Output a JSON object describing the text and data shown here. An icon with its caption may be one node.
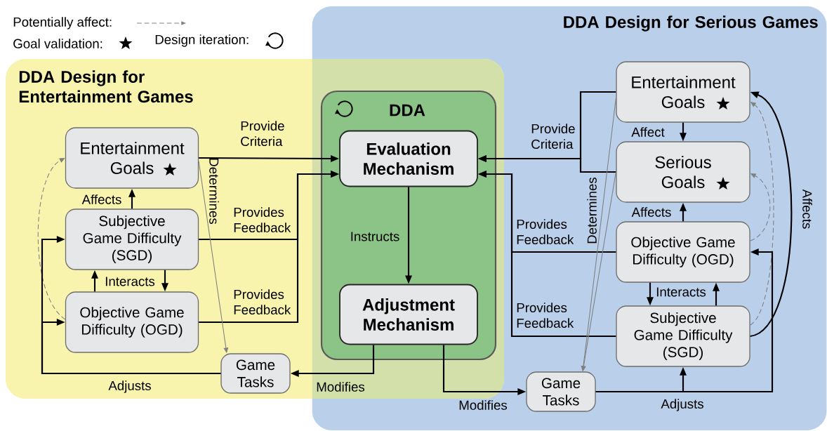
{
  "diagram": {
    "nodes": [
      {
        "text": [
          "DDA Design for Entertainment Games"
        ]
      },
      {
        "text": [
          "DDA Design for Serious Games"
        ]
      },
      {
        "text": [
          "DDA"
        ]
      },
      {
        "text": [
          "Evaluation Mechanism"
        ],
        "in": 2
      },
      {
        "text": [
          "Adjustment Mechanism"
        ],
        "in": 2
      },
      {
        "text": [
          "Entertainment Goals"
        ],
        "in": 0
      },
      {
        "text": [
          "Subjective Game Difficulty (SGD)"
        ],
        "in": 0
      },
      {
        "text": [
          "Objective Game Difficulty (OGD)"
        ],
        "in": 0
      },
      {
        "text": [
          "Game Tasks"
        ],
        "in": 0
      },
      {
        "text": [
          "Entertainment Goals"
        ],
        "in": 1
      },
      {
        "text": [
          "Serious Goals"
        ],
        "in": 1
      },
      {
        "text": [
          "Objective Game Difficulty (OGD)"
        ],
        "in": 1
      },
      {
        "text": [
          "Subjective Game Difficulty (SGD)"
        ],
        "in": 1
      },
      {
        "text": [
          "Game Tasks"
        ],
        "in": 1
      }
    ],
    "edges": [
      {
        "from": 5,
        "to": 3,
        "arrow": "to",
        "label": "Provide Criteria"
      },
      {
        "from": 6,
        "to": 3,
        "arrow": "to",
        "label": "Provides Feedback"
      },
      {
        "from": 7,
        "to": 3,
        "arrow": "to",
        "label": "Provides Feedback"
      },
      {
        "from": 6,
        "to": 5,
        "arrow": "to",
        "label": "Affects"
      },
      {
        "from": 6,
        "to": 7,
        "arrow": "to",
        "label": "Interacts"
      },
      {
        "from": 7,
        "to": 6,
        "arrow": "to"
      },
      {
        "from": 7,
        "to": 5,
        "arrow": "to",
        "style": "dashed",
        "color": "#808080"
      },
      {
        "from": 5,
        "to": 8,
        "arrow": "to",
        "label": "Determines",
        "color": "#808080"
      },
      {
        "from": 8,
        "to": 6,
        "arrow": "to",
        "label": "Adjusts"
      },
      {
        "from": 8,
        "to": 7,
        "arrow": "to"
      },
      {
        "from": 4,
        "to": 8,
        "arrow": "to",
        "label": "Modifies"
      },
      {
        "from": 3,
        "to": 4,
        "arrow": "to",
        "label": "Instructs"
      },
      {
        "from": 9,
        "to": 3,
        "arrow": "to",
        "label": "Provide Criteria"
      },
      {
        "from": 10,
        "to": 3,
        "arrow": "to"
      },
      {
        "from": 11,
        "to": 3,
        "arrow": "to",
        "label": "Provides Feedback"
      },
      {
        "from": 12,
        "to": 3,
        "arrow": "to",
        "label": "Provides Feedback"
      },
      {
        "from": 9,
        "to": 10,
        "arrow": "to",
        "label": "Affect"
      },
      {
        "from": 11,
        "to": 10,
        "arrow": "to",
        "label": "Affects"
      },
      {
        "from": 11,
        "to": 12,
        "arrow": "to",
        "label": "Interacts"
      },
      {
        "from": 12,
        "to": 11,
        "arrow": "to"
      },
      {
        "from": 12,
        "to": 9,
        "arrow": "to",
        "label": "Affects"
      },
      {
        "from": 11,
        "to": 10,
        "arrow": "to",
        "style": "dashed",
        "color": "#808080"
      },
      {
        "from": 12,
        "to": 9,
        "arrow": "to",
        "style": "dashed",
        "color": "#808080"
      },
      {
        "from": 9,
        "to": 13,
        "arrow": "to",
        "label": "Determines",
        "color": "#808080"
      },
      {
        "from": 10,
        "to": 13,
        "arrow": "to",
        "color": "#808080"
      },
      {
        "from": 4,
        "to": 13,
        "arrow": "to",
        "label": "Modifies"
      },
      {
        "from": 13,
        "to": 12,
        "arrow": "to",
        "label": "Adjusts"
      },
      {
        "from": 13,
        "to": 11,
        "arrow": "to"
      }
    ],
    "legend": [
      {
        "text": "Potentially affect:"
      },
      {
        "text": "Goal validation:"
      },
      {
        "text": "Design iteration:"
      }
    ]
  }
}
